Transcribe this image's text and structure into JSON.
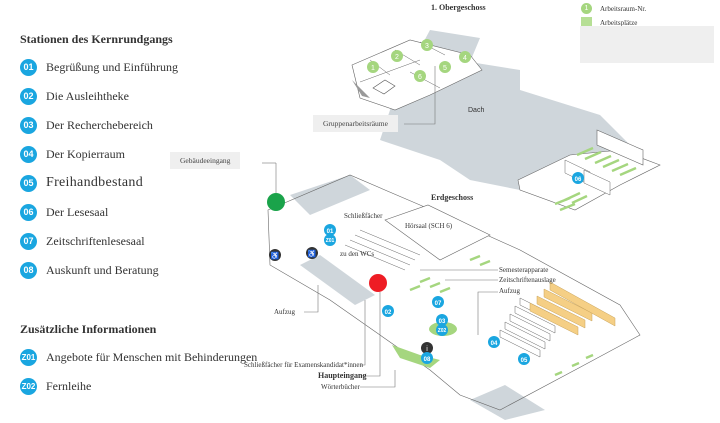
{
  "colors": {
    "station_badge": "#1aa6e0",
    "workroom_green": "#a5d67f",
    "workspace_green": "#b6df95",
    "building_gray": "#cfd6db",
    "entrance_green": "#1aa34a",
    "main_entrance_red": "#ee1c24",
    "shelf_orange": "#f5cf85",
    "accessibility_dark": "#333333"
  },
  "left_panel": {
    "stations_heading": "Stationen des Kernrundgangs",
    "stations": [
      {
        "badge": "01",
        "label": "Begrüßung und Einführung"
      },
      {
        "badge": "02",
        "label": "Die Ausleihtheke"
      },
      {
        "badge": "03",
        "label": "Der Recherchebereich"
      },
      {
        "badge": "04",
        "label": "Der Kopierraum"
      },
      {
        "badge": "05",
        "label": "Freihandbestand"
      },
      {
        "badge": "06",
        "label": "Der Lesesaal"
      },
      {
        "badge": "07",
        "label": "Zeitschriftenlesesaal"
      },
      {
        "badge": "08",
        "label": "Auskunft und Beratung"
      }
    ],
    "extra_heading": "Zusätzliche Informationen",
    "extras": [
      {
        "badge": "Z01",
        "label": "Angebote für Menschen mit Behinderungen"
      },
      {
        "badge": "Z02",
        "label": "Fernleihe"
      }
    ]
  },
  "legend": {
    "room_number_badge": "1",
    "room_number_label": "Arbeitsraum-Nr.",
    "workspace_label": "Arbeitsplätze"
  },
  "upper_floor": {
    "title": "1. Obergeschoss",
    "rooms": [
      "1",
      "2",
      "3",
      "4",
      "5",
      "6"
    ],
    "roof_label": "Dach",
    "group_rooms_callout": "Gruppenarbeitsräume",
    "station_06_badge": "06"
  },
  "ground_floor": {
    "title": "Erdgeschoss",
    "building_entrance_callout": "Gebäudeeingang",
    "lockers_label": "Schließfächer",
    "lecture_hall_label": "Hörsaal (SCH 6)",
    "toilets_label": "zu den WCs",
    "semester_label": "Semesterapparate",
    "journals_label": "Zeitschriftenauslage",
    "elevator_right_label": "Aufzug",
    "elevator_left_label": "Aufzug",
    "exam_lockers_label": "Schließfächer für Examenskandidat*innen",
    "main_entrance_label": "Haupteingang",
    "dictionaries_label": "Wörterbücher",
    "info_symbol": "i",
    "badges": {
      "b01": "01",
      "z01": "Z01",
      "b02": "02",
      "b03": "03",
      "z02": "Z02",
      "b04": "04",
      "b05": "05",
      "b07": "07",
      "b08": "08"
    }
  }
}
